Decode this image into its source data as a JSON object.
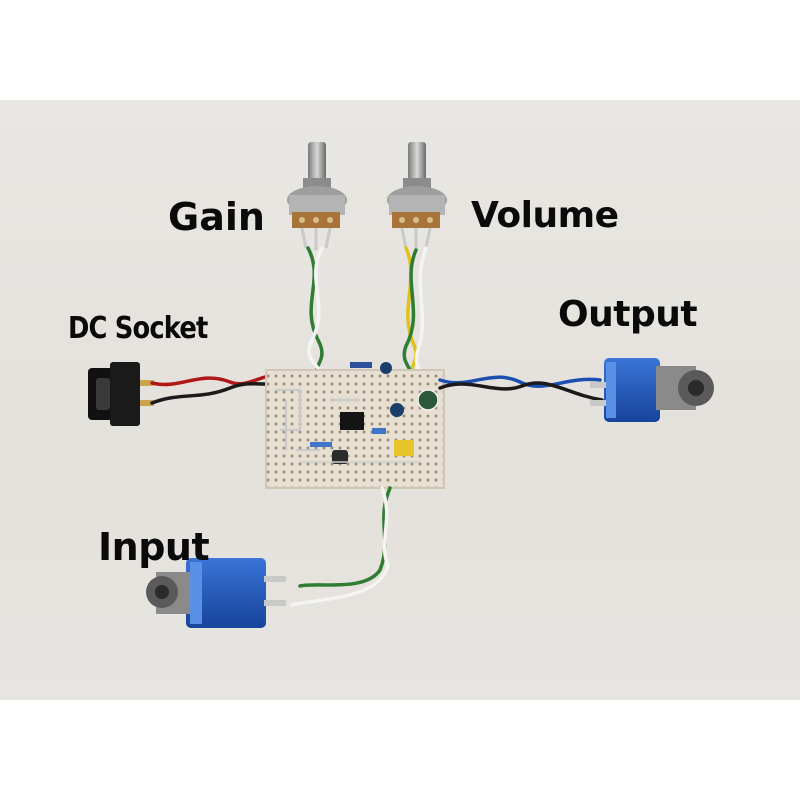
{
  "labels": {
    "gain": "Gain",
    "volume": "Volume",
    "dc_socket": "DC Socket",
    "output": "Output",
    "input": "Input"
  },
  "colors": {
    "background": "#e6e3de",
    "jack_blue": "#1f56b8",
    "pcb_board": "#e8e2d6",
    "wire_red": "#b01818",
    "wire_black": "#1a1a1a",
    "wire_green": "#2e7d32",
    "wire_white": "#f4f4f2",
    "wire_blue": "#1d4fb0",
    "wire_yellow": "#e0c21a"
  }
}
